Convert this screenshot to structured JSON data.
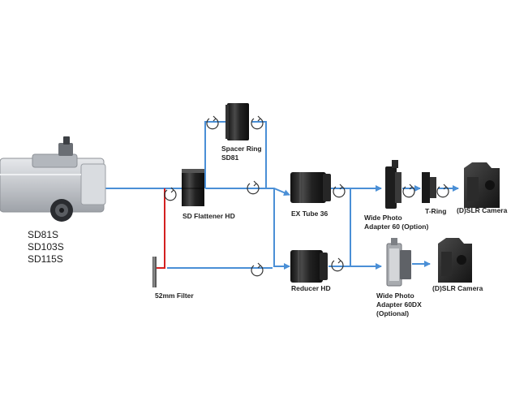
{
  "colors": {
    "path_blue": "#4a8fd6",
    "path_red": "#d42020",
    "part_dark": "#1c1c1c",
    "part_mid": "#3a3a3a",
    "scope_body": "#c9ccd1",
    "background": "#ffffff"
  },
  "telescope": {
    "models": [
      "SD81S",
      "SD103S",
      "SD115S"
    ]
  },
  "components": {
    "flattener": "SD Flattener HD",
    "spacer_ring": [
      "Spacer Ring",
      "SD81"
    ],
    "ex_tube": "EX Tube 36",
    "reducer": "Reducer HD",
    "filter": "52mm Filter",
    "wide_adapter_60": [
      "Wide Photo",
      "Adapter 60 (Option)"
    ],
    "t_ring": "T-Ring",
    "camera_top": "(D)SLR Camera",
    "wide_adapter_60dx": [
      "Wide Photo",
      "Adapter 60DX",
      "(Optional)"
    ],
    "camera_bottom": "(D)SLR Camera"
  },
  "icons": [
    "rotation-icon",
    "arrow-icon",
    "telescope-icon",
    "camera-icon",
    "filter-icon",
    "adapter-icon"
  ]
}
